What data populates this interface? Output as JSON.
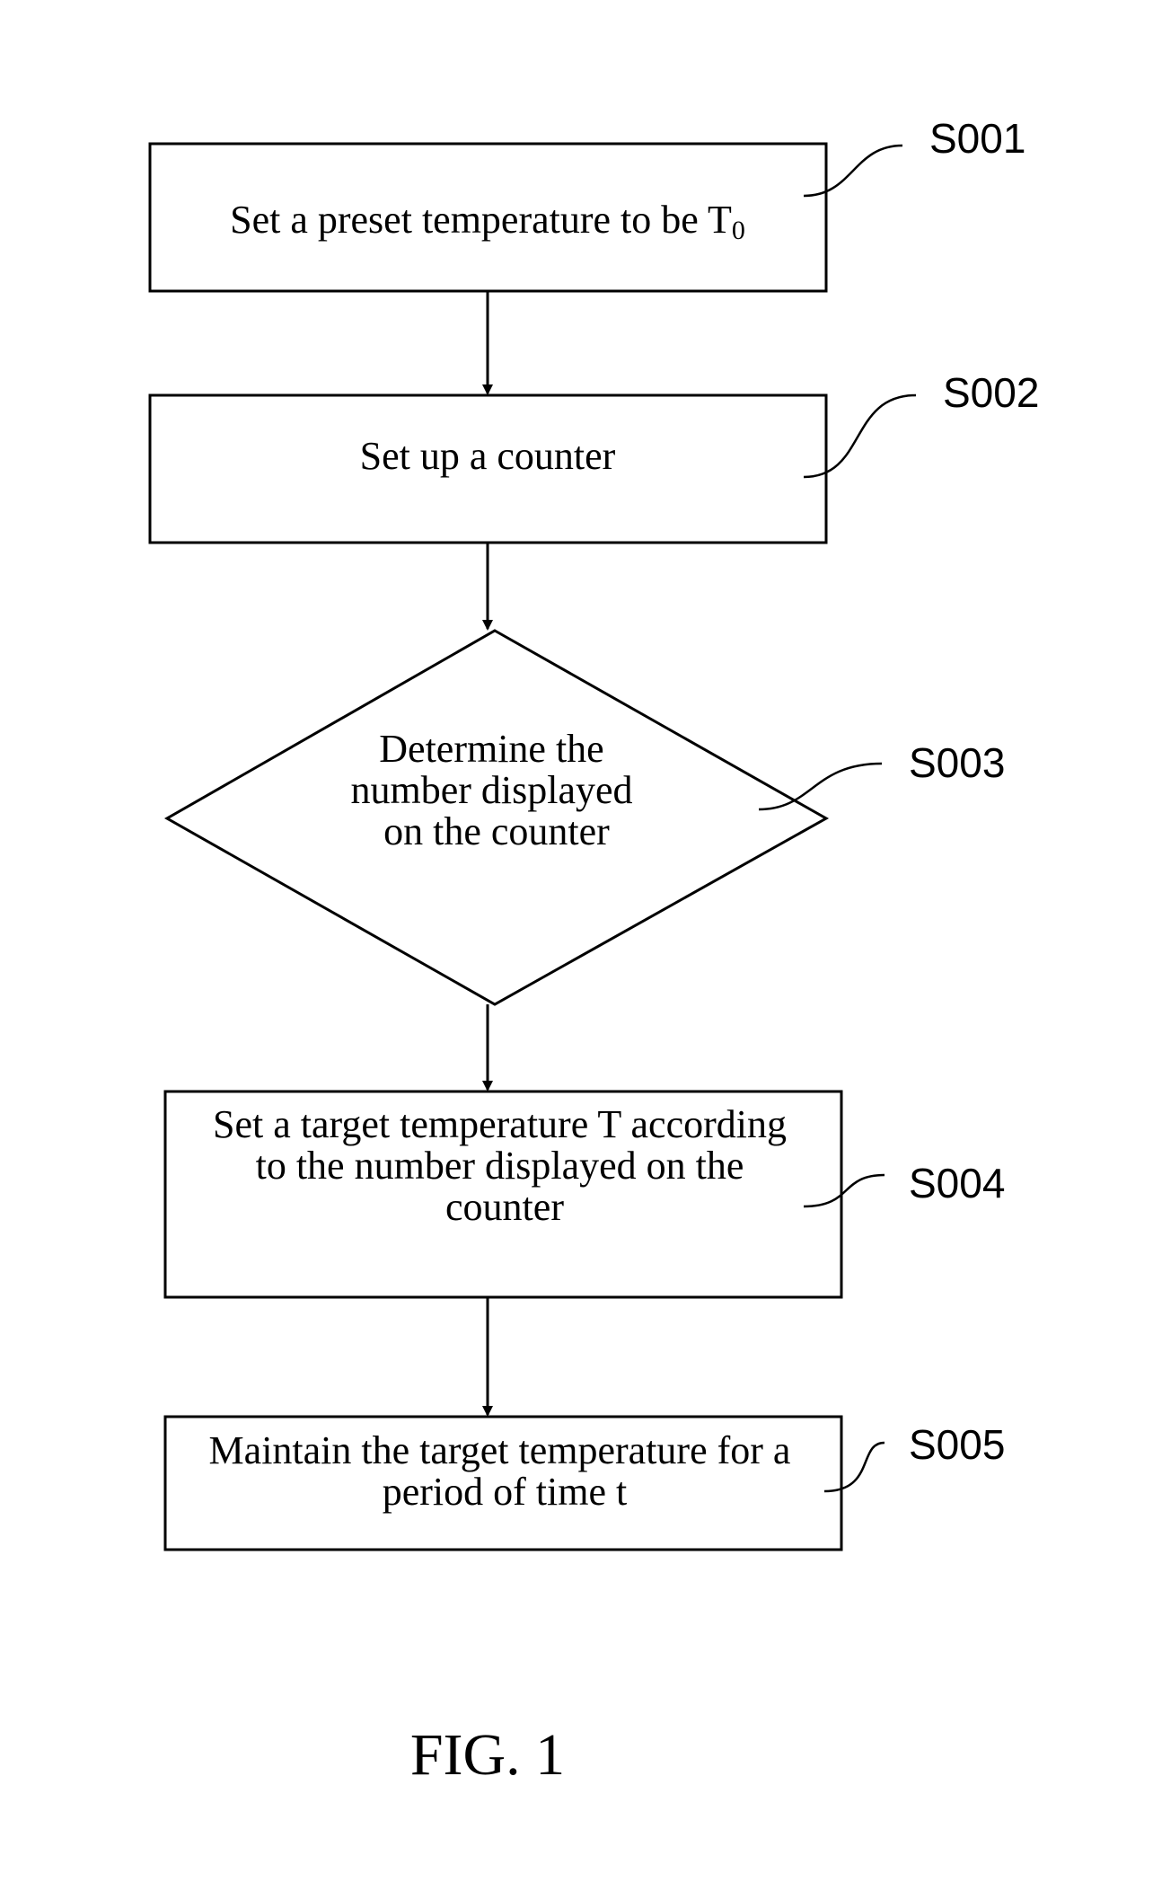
{
  "steps": [
    {
      "id": "S001",
      "shape": "rect",
      "lines": [
        "Set a preset temperature to be T"
      ],
      "subscript": "0"
    },
    {
      "id": "S002",
      "shape": "rect",
      "lines": [
        "Set up a counter"
      ]
    },
    {
      "id": "S003",
      "shape": "diamond",
      "lines": [
        "Determine the",
        "number displayed",
        "on the counter"
      ]
    },
    {
      "id": "S004",
      "shape": "rect",
      "lines": [
        "Set a target temperature T according",
        "to the number displayed on the",
        "counter"
      ]
    },
    {
      "id": "S005",
      "shape": "rect",
      "lines": [
        "Maintain the target temperature for a",
        "period of time t"
      ]
    }
  ],
  "caption": "FIG. 1"
}
